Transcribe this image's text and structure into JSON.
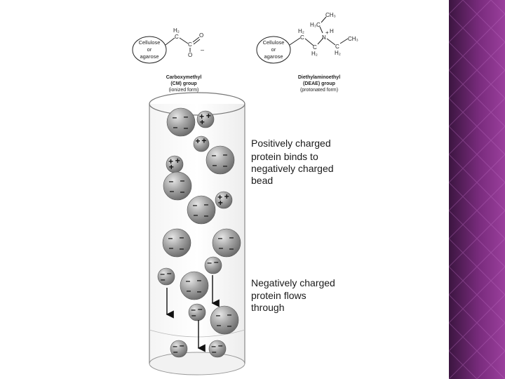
{
  "colors": {
    "band_dark": "#3b1540",
    "band_light": "#9a3f9c",
    "bead_fill": "#8c8c8c",
    "bead_highlight": "#e6e6e6",
    "text": "#1a1a1a"
  },
  "cm_structure": {
    "matrix": [
      "Cellulose",
      "or",
      "agarose"
    ],
    "h2": "H₂",
    "c1": "C",
    "c2": "C",
    "o_double": "O",
    "o_single": "O",
    "minus": "–",
    "caption": [
      "Carboxymethyl",
      "(CM) group",
      "(ionized form)"
    ]
  },
  "deae_structure": {
    "matrix": [
      "Cellulose",
      "or",
      "agarose"
    ],
    "ch3_top": "CH₃",
    "h3c": "H₃C",
    "h2_left": "H₂",
    "c_left": "C",
    "c_mid": "C",
    "h2_mid": "H₂",
    "n": "N",
    "plus": "+",
    "h": "H",
    "c_right": "C",
    "h2_right": "H₂",
    "ch3_right": "CH₃",
    "caption": [
      "Diethylaminoethyl",
      "(DEAE) group",
      "(protonated form)"
    ]
  },
  "labels": {
    "positive": [
      "Positively charged",
      "protein binds to",
      "negatively charged",
      "bead"
    ],
    "negative": [
      "Negatively charged",
      "protein flows",
      "through"
    ]
  },
  "beads": [
    {
      "id": "bead-1",
      "charge": "negative",
      "signs": [
        "–",
        "–",
        "–",
        "–"
      ]
    },
    {
      "id": "bead-2",
      "charge": "positive",
      "signs": [
        "+",
        "+",
        "+"
      ]
    },
    {
      "id": "bead-3",
      "charge": "positive",
      "signs": [
        "+",
        "+"
      ]
    },
    {
      "id": "bead-4",
      "charge": "negative",
      "signs": [
        "–",
        "–",
        "–",
        "–"
      ]
    },
    {
      "id": "bead-5",
      "charge": "positive",
      "signs": [
        "+",
        "+",
        "+"
      ]
    },
    {
      "id": "bead-6",
      "charge": "negative",
      "signs": [
        "–",
        "–",
        "–",
        "–"
      ]
    },
    {
      "id": "bead-7",
      "charge": "positive",
      "signs": [
        "+",
        "+",
        "+"
      ]
    },
    {
      "id": "bead-8",
      "charge": "negative",
      "signs": [
        "–",
        "–",
        "–",
        "–"
      ]
    },
    {
      "id": "bead-9",
      "charge": "negative",
      "signs": [
        "–",
        "–",
        "–",
        "–"
      ]
    },
    {
      "id": "bead-10",
      "charge": "negative",
      "signs": [
        "–",
        "–",
        "–",
        "–"
      ]
    },
    {
      "id": "bead-11",
      "charge": "negative",
      "signs": [
        "–",
        "–"
      ]
    },
    {
      "id": "bead-12",
      "charge": "negative",
      "signs": [
        "–",
        "–",
        "–"
      ]
    },
    {
      "id": "bead-13",
      "charge": "negative",
      "signs": [
        "–",
        "–",
        "–",
        "–"
      ]
    },
    {
      "id": "bead-14",
      "charge": "negative",
      "signs": [
        "–",
        "–",
        "–"
      ]
    },
    {
      "id": "bead-15",
      "charge": "negative",
      "signs": [
        "–",
        "–",
        "–",
        "–"
      ]
    },
    {
      "id": "bead-16",
      "charge": "negative",
      "signs": [
        "–",
        "–",
        "–"
      ]
    },
    {
      "id": "bead-17",
      "charge": "negative",
      "signs": [
        "–",
        "–",
        "–"
      ]
    }
  ]
}
